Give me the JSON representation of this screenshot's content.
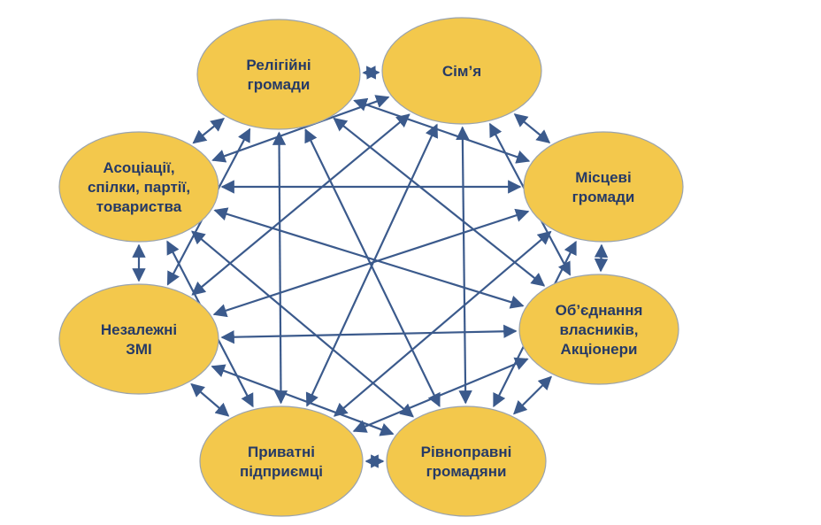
{
  "diagram": {
    "nodes": [
      {
        "id": "religious",
        "icon": "none",
        "label_lines": [
          "Релігійні",
          "громади"
        ]
      },
      {
        "id": "family",
        "label_lines": [
          "Сім’я"
        ]
      },
      {
        "id": "local",
        "label_lines": [
          "Місцеві",
          "громади"
        ]
      },
      {
        "id": "owners",
        "label_lines": [
          "Об’єднання",
          "власників,",
          "Акціонери"
        ]
      },
      {
        "id": "citizens",
        "label_lines": [
          "Рівноправні",
          "громадяни"
        ]
      },
      {
        "id": "entrepreneurs",
        "label_lines": [
          "Приватні",
          "підприємці"
        ]
      },
      {
        "id": "media",
        "label_lines": [
          "Незалежні",
          "ЗМІ"
        ]
      },
      {
        "id": "associations",
        "label_lines": [
          "Асоціації,",
          "спілки, партії,",
          "товариства"
        ]
      }
    ],
    "edges": [
      [
        "religious",
        "family"
      ],
      [
        "family",
        "local"
      ],
      [
        "local",
        "owners"
      ],
      [
        "owners",
        "citizens"
      ],
      [
        "citizens",
        "entrepreneurs"
      ],
      [
        "entrepreneurs",
        "media"
      ],
      [
        "media",
        "associations"
      ],
      [
        "associations",
        "religious"
      ],
      [
        "religious",
        "local"
      ],
      [
        "religious",
        "owners"
      ],
      [
        "religious",
        "citizens"
      ],
      [
        "religious",
        "entrepreneurs"
      ],
      [
        "religious",
        "media"
      ],
      [
        "family",
        "owners"
      ],
      [
        "family",
        "citizens"
      ],
      [
        "family",
        "entrepreneurs"
      ],
      [
        "family",
        "media"
      ],
      [
        "family",
        "associations"
      ],
      [
        "local",
        "citizens"
      ],
      [
        "local",
        "entrepreneurs"
      ],
      [
        "local",
        "media"
      ],
      [
        "local",
        "associations"
      ],
      [
        "owners",
        "entrepreneurs"
      ],
      [
        "owners",
        "media"
      ],
      [
        "owners",
        "associations"
      ],
      [
        "citizens",
        "media"
      ],
      [
        "citizens",
        "associations"
      ],
      [
        "entrepreneurs",
        "associations"
      ]
    ]
  }
}
